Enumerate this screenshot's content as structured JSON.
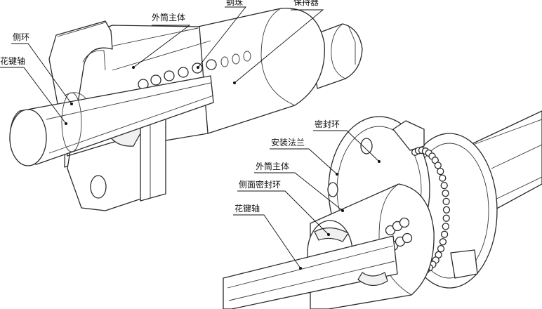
{
  "labels": {
    "side_ring": "侧环",
    "spline_shaft_1": "花键轴",
    "outer_body_1": "外筒主体",
    "steel_ball": "钢珠",
    "retainer": "保持器",
    "seal_ring": "密封环",
    "mount_flange": "安装法兰",
    "outer_body_2": "外筒主体",
    "side_seal_ring": "侧面密封环",
    "spline_shaft_2": "花键轴"
  },
  "colors": {
    "line": "#2a2a2a",
    "text": "#111111",
    "background": "#ffffff"
  }
}
